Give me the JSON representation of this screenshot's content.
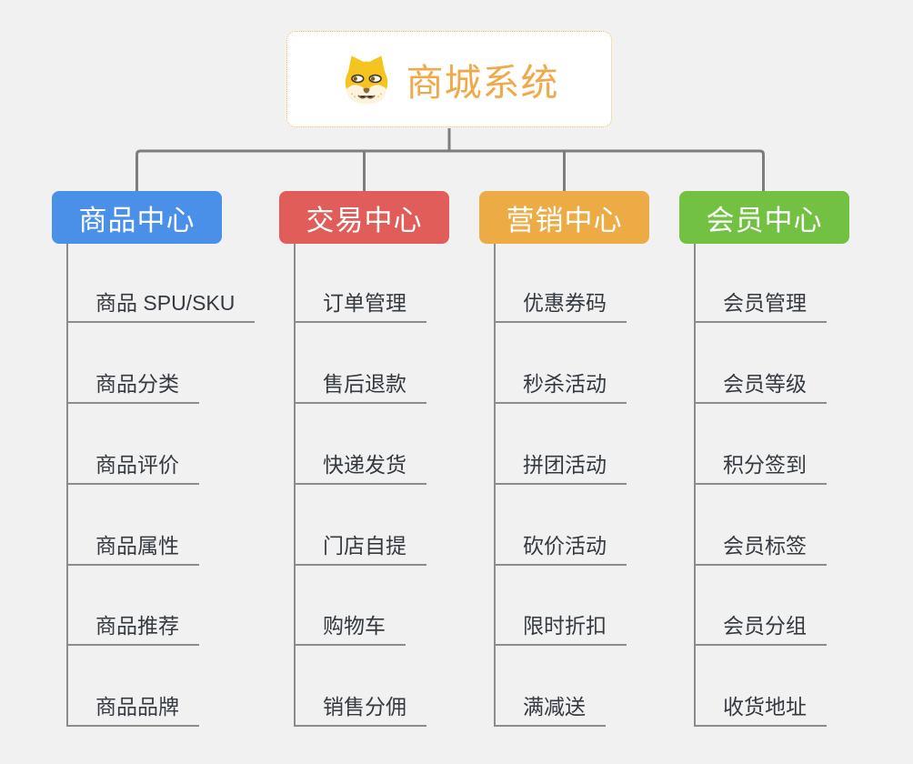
{
  "canvas": {
    "background_color": "#f1f1f2",
    "connector_color": "#7d7d7d"
  },
  "root": {
    "label": "商城系统",
    "icon": "dog-face-icon",
    "accent_color": "#f0a94a",
    "border_color": "#f0b763"
  },
  "branches": [
    {
      "label": "商品中心",
      "color": "#4a8fe8",
      "children": [
        "商品 SPU/SKU",
        "商品分类",
        "商品评价",
        "商品属性",
        "商品推荐",
        "商品品牌"
      ]
    },
    {
      "label": "交易中心",
      "color": "#e15d59",
      "children": [
        "订单管理",
        "售后退款",
        "快递发货",
        "门店自提",
        "购物车",
        "销售分佣"
      ]
    },
    {
      "label": "营销中心",
      "color": "#ecab44",
      "children": [
        "优惠券码",
        "秒杀活动",
        "拼团活动",
        "砍价活动",
        "限时折扣",
        "满减送"
      ]
    },
    {
      "label": "会员中心",
      "color": "#72c142",
      "children": [
        "会员管理",
        "会员等级",
        "积分签到",
        "会员标签",
        "会员分组",
        "收货地址"
      ]
    }
  ]
}
